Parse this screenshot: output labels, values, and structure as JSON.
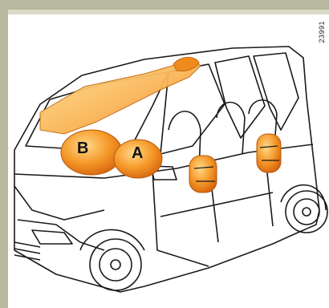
{
  "figure": {
    "reference_number": "23991",
    "labels": {
      "b": "B",
      "a": "A"
    },
    "colors": {
      "frame": "#b8b8a0",
      "airbag_orange": "#f08a1e",
      "airbag_light": "#ffd27a",
      "outline": "#1a1a1a"
    }
  }
}
